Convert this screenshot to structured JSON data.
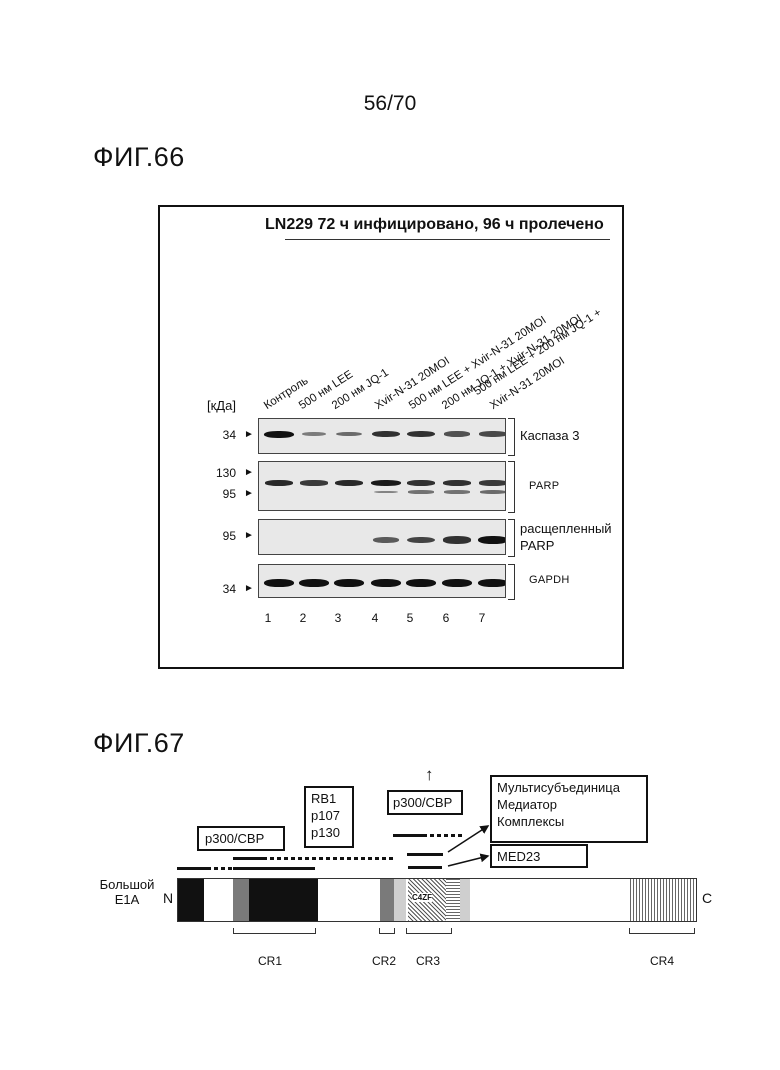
{
  "page_number": "56/70",
  "fig66": {
    "title": "ФИГ.66",
    "blot_title": "LN229 72 ч инфицировано, 96 ч пролечено",
    "lanes": [
      {
        "num": "1",
        "label": [
          "Контроль"
        ]
      },
      {
        "num": "2",
        "label": [
          "500 нм LEE"
        ]
      },
      {
        "num": "3",
        "label": [
          "200 нм JQ-1"
        ]
      },
      {
        "num": "4",
        "label": [
          "Xvir-N-31 20MOI"
        ]
      },
      {
        "num": "5",
        "label": [
          "500 нм LEE + Xvir-N-31 20MOI"
        ]
      },
      {
        "num": "6",
        "label": [
          "200 нм JQ-1 + Xvir-N-31 20MOI"
        ]
      },
      {
        "num": "7",
        "label": [
          "500 нм LEE + 200 нм JQ-1 +",
          "Xvir-N-31 20MOI"
        ]
      }
    ],
    "kda_label": "[кДа]",
    "arrow_glyph": "►",
    "markers": {
      "caspase_34": "34",
      "parp_130": "130",
      "parp_95": "95",
      "cleaved_95": "95",
      "gapdh_34": "34"
    },
    "panels": {
      "caspase": "Каспаза 3",
      "parp": "PARP",
      "cleaved_line1": "расщепленный",
      "cleaved_line2": "PARP",
      "gapdh": "GAPDH"
    },
    "band_intensity": {
      "caspase_3": [
        1.0,
        0.35,
        0.45,
        0.8,
        0.8,
        0.6,
        0.65
      ],
      "parp_full": [
        0.85,
        0.75,
        0.85,
        0.95,
        0.8,
        0.8,
        0.75
      ],
      "parp_cleaved_lower": [
        0.0,
        0.0,
        0.0,
        0.3,
        0.4,
        0.4,
        0.45
      ],
      "cleaved_parp": [
        0.0,
        0.0,
        0.0,
        0.55,
        0.7,
        0.8,
        1.0
      ],
      "gapdh": [
        1.0,
        1.0,
        1.0,
        1.0,
        1.0,
        1.0,
        1.0
      ]
    }
  },
  "fig67": {
    "title": "ФИГ.67",
    "protein_label_line1": "Большой",
    "protein_label_line2": "E1A",
    "n_term": "N",
    "c_term": "C",
    "box_p300_left": "p300/CBP",
    "box_rb": [
      "RB1",
      "p107",
      "p130"
    ],
    "box_p300_right": "p300/CBP",
    "box_mediator": [
      "Мультисубъединица",
      "Медиатор",
      "Комплексы"
    ],
    "box_med23": "MED23",
    "zinc_finger": "C4ZF",
    "arrow_up": "↑",
    "regions": [
      "CR1",
      "CR2",
      "CR3",
      "CR4"
    ],
    "colors": {
      "dark": "#111111",
      "gray": "#7a7a7a",
      "light": "#cfcfcf"
    }
  }
}
